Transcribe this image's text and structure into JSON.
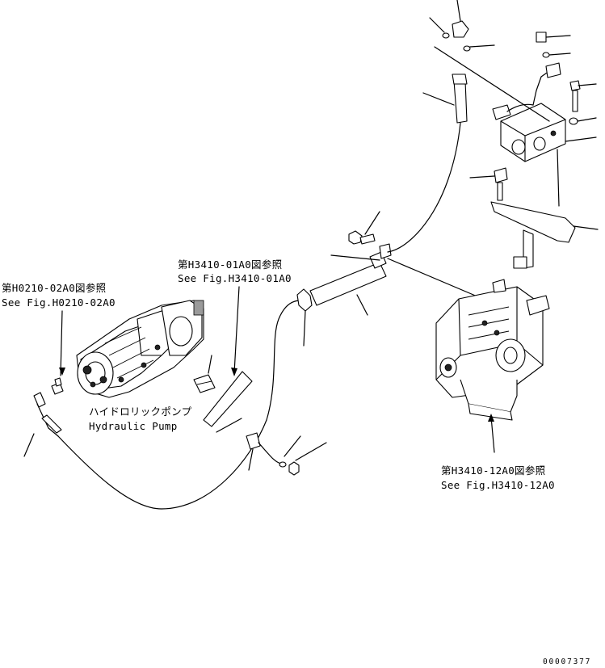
{
  "references": {
    "pump_ref": {
      "jp": "第H0210-02A0図参照",
      "en": "See Fig.H0210-02A0"
    },
    "hose_ref": {
      "jp": "第H3410-01A0図参照",
      "en": "See Fig.H3410-01A0"
    },
    "valve_ref": {
      "jp": "第H3410-12A0図参照",
      "en": "See Fig.H3410-12A0"
    }
  },
  "pump_label": {
    "jp": "ハイドロリックポンプ",
    "en": "Hydraulic Pump"
  },
  "drawing_number": "00007377"
}
